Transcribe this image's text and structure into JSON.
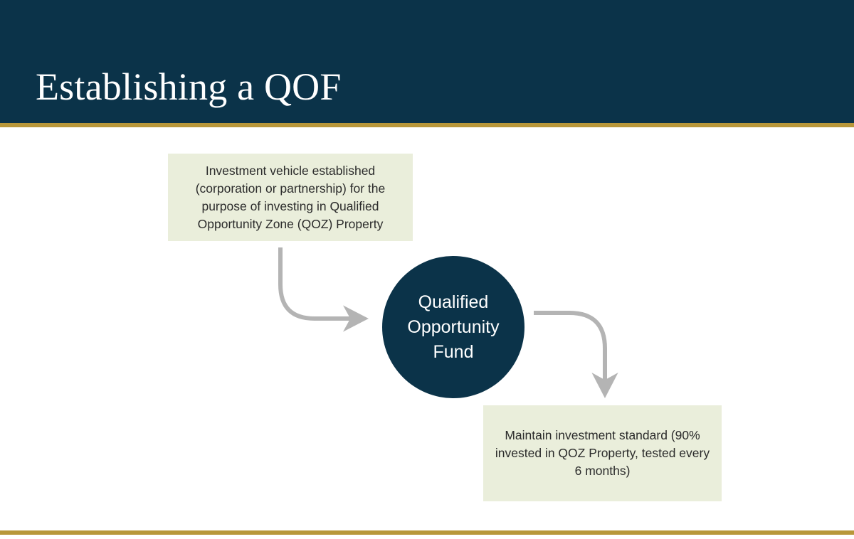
{
  "slide": {
    "title": "Establishing a QOF",
    "accent_navy": "#0b3349",
    "accent_gold": "#b8973a",
    "callout_bg": "#eaeedb",
    "arrow_color": "#b4b4b4",
    "background": "#ffffff"
  },
  "diagram": {
    "type": "flow",
    "center_node": {
      "label": "Qualified\nOpportunity\nFund",
      "shape": "circle",
      "fill": "#0b3349",
      "text_color": "#ffffff"
    },
    "callouts": [
      {
        "id": "definition",
        "label": "Investment vehicle established (corporation or partnership) for the purpose of investing in Qualified Opportunity Zone (QOZ) Property",
        "position": "top-left"
      },
      {
        "id": "requirement",
        "label": "Maintain investment standard (90% invested in QOZ Property, tested every 6 months)",
        "position": "bottom-right"
      }
    ],
    "arrows": [
      {
        "id": "definition-to-fund",
        "from": "definition",
        "to": "center_node",
        "direction": "down-then-right"
      },
      {
        "id": "fund-to-requirement",
        "from": "center_node",
        "to": "requirement",
        "direction": "right-then-down"
      }
    ]
  }
}
